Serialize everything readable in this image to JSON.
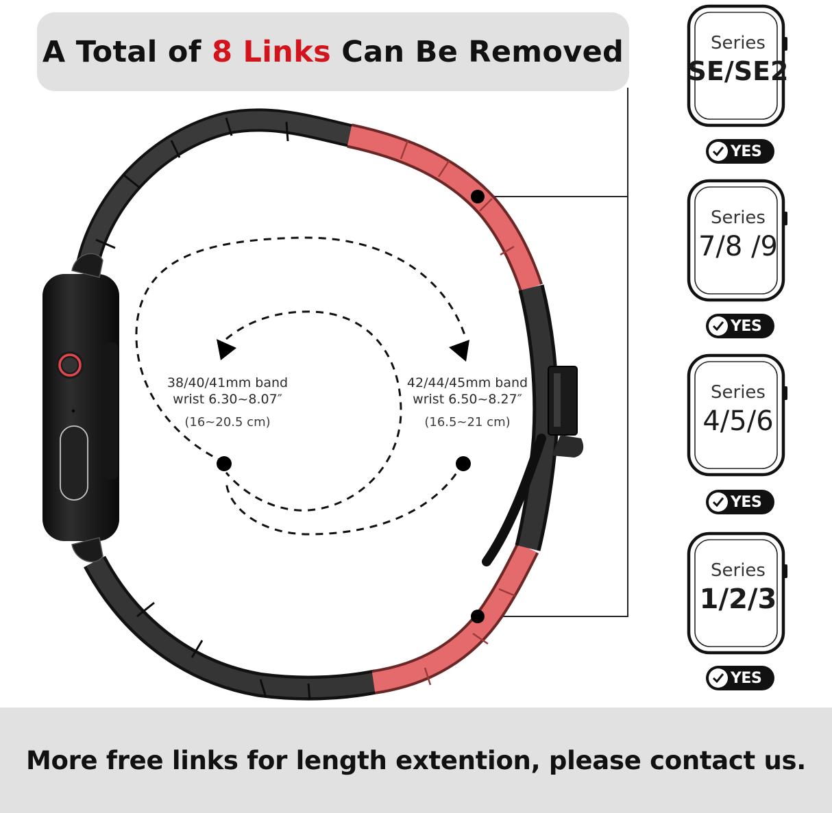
{
  "header": {
    "prefix": "A Total of ",
    "highlight": "8 Links",
    "suffix": " Can Be Removed",
    "highlight_color": "#d2141c"
  },
  "product": {
    "band_colors": {
      "black": "#2b2b2b",
      "red": "#e5696a",
      "outline": "#111111"
    },
    "crown_color": "#e2474e"
  },
  "sizes": {
    "small": {
      "band": "38/40/41mm band",
      "wrist_in": "wrist 6.30~8.07″",
      "wrist_cm": "(16~20.5 cm)"
    },
    "large": {
      "band": "42/44/45mm band",
      "wrist_in": "wrist 6.50~8.27″",
      "wrist_cm": "(16.5~21 cm)"
    }
  },
  "compatibility": [
    {
      "label": "Series",
      "models": "SE/SE2",
      "status": "YES"
    },
    {
      "label": "Series",
      "models": "7/8 /9",
      "status": "YES"
    },
    {
      "label": "Series",
      "models": "4/5/6",
      "status": "YES"
    },
    {
      "label": "Series",
      "models": "1/2/3",
      "status": "YES"
    }
  ],
  "footer": {
    "text": "More free links for length extention, please contact us."
  }
}
